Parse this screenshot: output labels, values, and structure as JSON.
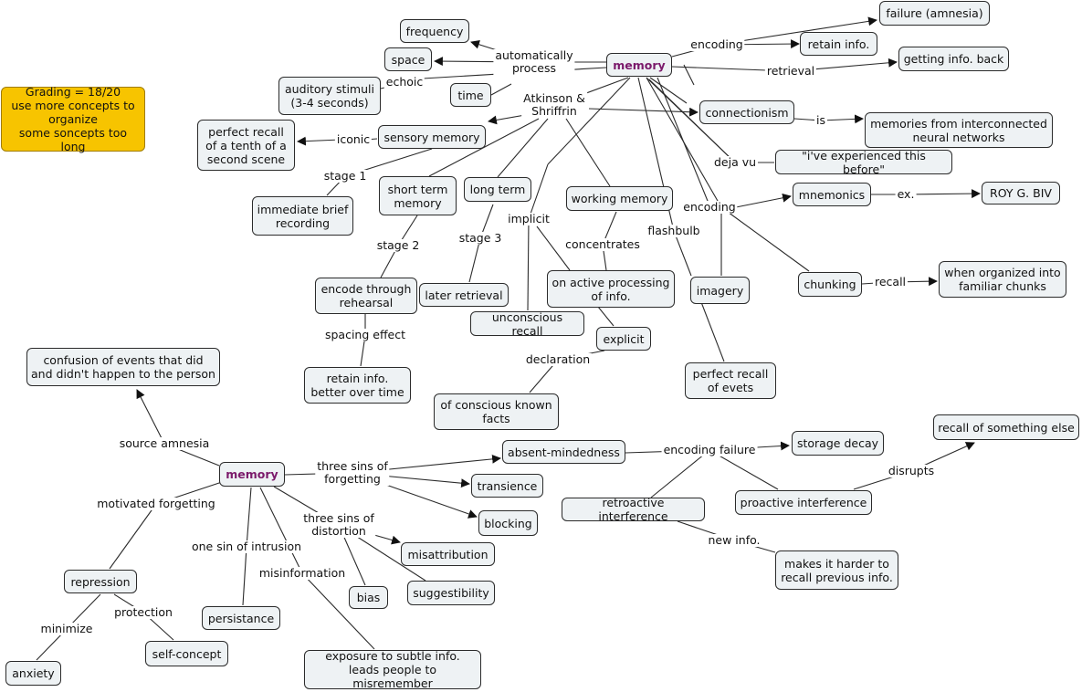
{
  "nodes": {
    "grading": "Grading = 18/20\nuse more concepts to organize\nsome soncepts too long",
    "memory_top": "memory",
    "failure": "failure (amnesia)",
    "retain": "retain info.",
    "getting": "getting info. back",
    "frequency": "frequency",
    "space": "space",
    "time": "time",
    "auditory": "auditory stimuli\n(3-4 seconds)",
    "perfect_tenth": "perfect recall\nof a tenth of a\nsecond scene",
    "sensory": "sensory memory",
    "immediate": "immediate brief\nrecording",
    "short_term": "short term\nmemory",
    "long_term": "long term",
    "working": "working memory",
    "connectionism": "connectionism",
    "interconnected": "memories from interconnected\nneural networks",
    "experienced": "\"i've experienced this before\"",
    "mnemonics": "mnemonics",
    "roygbiv": "ROY G. BIV",
    "chunking": "chunking",
    "familiar": "when organized into\nfamiliar chunks",
    "imagery": "imagery",
    "perfect_events": "perfect recall\nof evets",
    "active": "on active processing\nof info.",
    "explicit": "explicit",
    "unconscious": "unconscious recall",
    "later": "later retrieval",
    "rehearsal": "encode through\nrehearsal",
    "retain_better": "retain info.\nbetter over time",
    "conscious": "of conscious known\nfacts",
    "confusion": "confusion of events that did\nand didn't happen to the person",
    "memory_bottom": "memory",
    "absent": "absent-mindedness",
    "transience": "transience",
    "blocking": "blocking",
    "storage": "storage decay",
    "something_else": "recall of something else",
    "retroactive": "retroactive interference",
    "proactive": "proactive interference",
    "harder": "makes it harder to\nrecall previous info.",
    "misattribution": "misattribution",
    "suggestibility": "suggestibility",
    "bias": "bias",
    "persistance": "persistance",
    "repression": "repression",
    "self_concept": "self-concept",
    "anxiety": "anxiety",
    "exposure": "exposure to subtle info.\nleads people to misremember"
  },
  "labels": {
    "encoding_top": "encoding",
    "retrieval": "retrieval",
    "auto": "automatically\nprocess",
    "echoic": "echoic",
    "atkinson": "Atkinson &\nShriffrin",
    "iconic": "iconic",
    "stage1": "stage 1",
    "stage2": "stage 2",
    "stage3": "stage 3",
    "implicit": "implicit",
    "concentrates": "concentrates",
    "flashbulb": "flashbulb",
    "is": "is",
    "deja": "deja vu",
    "encoding_mid": "encoding",
    "ex": "ex.",
    "recall": "recall",
    "spacing": "spacing effect",
    "declaration": "declaration",
    "source": "source amnesia",
    "three_forget": "three sins of\nforgetting",
    "encoding_failure": "encoding failure",
    "disrupts": "disrupts",
    "new_info": "new info.",
    "motivated": "motivated forgetting",
    "intrusion": "one sin of intrusion",
    "three_distort": "three sins of\ndistortion",
    "misinformation": "misinformation",
    "protection": "protection",
    "minimize": "minimize"
  },
  "colors": {
    "root_text": "#7b1a6b",
    "node_fill": "#eef2f4",
    "note_fill": "#f7c400",
    "line": "#2b2b2b"
  }
}
